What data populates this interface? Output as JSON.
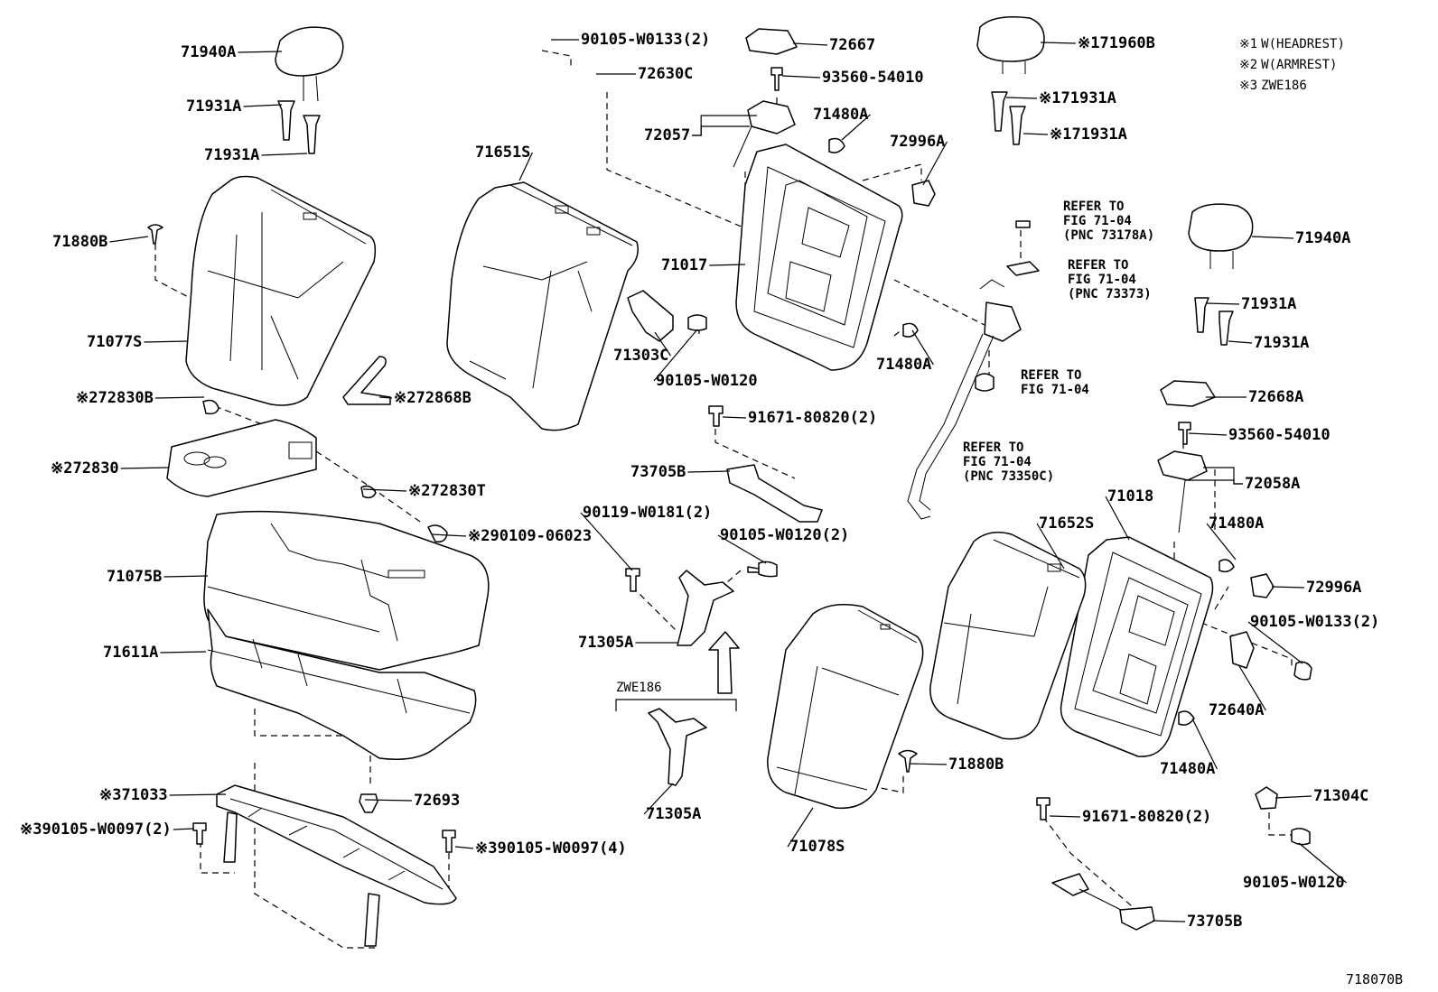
{
  "figure_id": "718070B",
  "notes": [
    {
      "mark": "※1",
      "text": "W(HEADREST)"
    },
    {
      "mark": "※2",
      "text": "W(ARMREST)"
    },
    {
      "mark": "※3",
      "text": "ZWE186"
    }
  ],
  "zwe_label": "ZWE186",
  "labels": [
    {
      "id": "l1",
      "mark": "",
      "text": "71940A"
    },
    {
      "id": "l2",
      "mark": "",
      "text": "71931A"
    },
    {
      "id": "l3",
      "mark": "",
      "text": "71931A"
    },
    {
      "id": "l4",
      "mark": "",
      "text": "71880B"
    },
    {
      "id": "l5",
      "mark": "",
      "text": "71077S"
    },
    {
      "id": "l6",
      "mark": "※2",
      "text": "72830B"
    },
    {
      "id": "l7",
      "mark": "※2",
      "text": "72868B"
    },
    {
      "id": "l8",
      "mark": "※2",
      "text": "72830"
    },
    {
      "id": "l9",
      "mark": "※2",
      "text": "72830T"
    },
    {
      "id": "l10",
      "mark": "※2",
      "text": "90109-06023"
    },
    {
      "id": "l11",
      "mark": "",
      "text": "71075B"
    },
    {
      "id": "l12",
      "mark": "",
      "text": "71611A"
    },
    {
      "id": "l13",
      "mark": "※3",
      "text": "71033"
    },
    {
      "id": "l14",
      "mark": "※3",
      "text": "90105-W0097(2)"
    },
    {
      "id": "l15",
      "mark": "",
      "text": "72693"
    },
    {
      "id": "l16",
      "mark": "※3",
      "text": "90105-W0097(4)"
    },
    {
      "id": "l17",
      "mark": "",
      "text": "90105-W0133(2)"
    },
    {
      "id": "l18",
      "mark": "",
      "text": "72630C"
    },
    {
      "id": "l19",
      "mark": "",
      "text": "71651S"
    },
    {
      "id": "l20",
      "mark": "",
      "text": "71303C"
    },
    {
      "id": "l21",
      "mark": "",
      "text": "90105-W0120"
    },
    {
      "id": "l22",
      "mark": "",
      "text": "91671-80820(2)"
    },
    {
      "id": "l23",
      "mark": "",
      "text": "73705B"
    },
    {
      "id": "l24",
      "mark": "",
      "text": "90119-W0181(2)"
    },
    {
      "id": "l25",
      "mark": "",
      "text": "90105-W0120(2)"
    },
    {
      "id": "l26",
      "mark": "",
      "text": "71305A"
    },
    {
      "id": "l27",
      "mark": "",
      "text": "71305A"
    },
    {
      "id": "l28",
      "mark": "",
      "text": "72667"
    },
    {
      "id": "l29",
      "mark": "",
      "text": "93560-54010"
    },
    {
      "id": "l30",
      "mark": "",
      "text": "72057"
    },
    {
      "id": "l31",
      "mark": "",
      "text": "71480A"
    },
    {
      "id": "l32",
      "mark": "",
      "text": "72996A"
    },
    {
      "id": "l33",
      "mark": "",
      "text": "71017"
    },
    {
      "id": "l34",
      "mark": "",
      "text": "71480A"
    },
    {
      "id": "l35",
      "mark": "※1",
      "text": "71960B"
    },
    {
      "id": "l36",
      "mark": "※1",
      "text": "71931A"
    },
    {
      "id": "l37",
      "mark": "※1",
      "text": "71931A"
    },
    {
      "id": "l38",
      "mark": "",
      "text": "71940A"
    },
    {
      "id": "l39",
      "mark": "",
      "text": "71931A"
    },
    {
      "id": "l40",
      "mark": "",
      "text": "71931A"
    },
    {
      "id": "l41",
      "mark": "",
      "text": "72668A"
    },
    {
      "id": "l42",
      "mark": "",
      "text": "93560-54010"
    },
    {
      "id": "l43",
      "mark": "",
      "text": "72058A"
    },
    {
      "id": "l44",
      "mark": "",
      "text": "71018"
    },
    {
      "id": "l45",
      "mark": "",
      "text": "71652S"
    },
    {
      "id": "l46",
      "mark": "",
      "text": "71480A"
    },
    {
      "id": "l47",
      "mark": "",
      "text": "72996A"
    },
    {
      "id": "l48",
      "mark": "",
      "text": "90105-W0133(2)"
    },
    {
      "id": "l49",
      "mark": "",
      "text": "72640A"
    },
    {
      "id": "l50",
      "mark": "",
      "text": "71480A"
    },
    {
      "id": "l51",
      "mark": "",
      "text": "71880B"
    },
    {
      "id": "l52",
      "mark": "",
      "text": "71078S"
    },
    {
      "id": "l53",
      "mark": "",
      "text": "91671-80820(2)"
    },
    {
      "id": "l54",
      "mark": "",
      "text": "71304C"
    },
    {
      "id": "l55",
      "mark": "",
      "text": "90105-W0120"
    },
    {
      "id": "l56",
      "mark": "",
      "text": "73705B"
    }
  ],
  "references": [
    {
      "id": "r1",
      "lines": [
        "REFER TO",
        "FIG 71-04",
        " (PNC 73178A)"
      ]
    },
    {
      "id": "r2",
      "lines": [
        "REFER TO",
        "FIG 71-04",
        "  (PNC 73373)"
      ]
    },
    {
      "id": "r3",
      "lines": [
        "REFER TO",
        "FIG 71-04"
      ]
    },
    {
      "id": "r4",
      "lines": [
        "REFER TO",
        "FIG 71-04",
        " (PNC 73350C)"
      ]
    }
  ]
}
